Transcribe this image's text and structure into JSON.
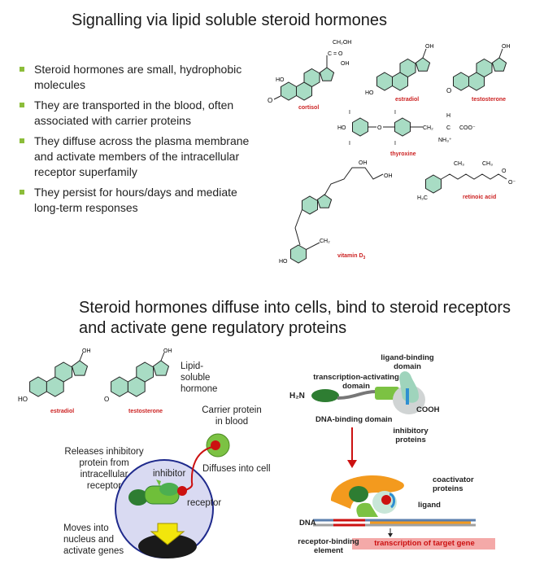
{
  "top": {
    "title": "Signalling via lipid soluble steroid hormones",
    "bullets": [
      "Steroid hormones are small, hydrophobic molecules",
      "They are transported in the blood, often associated with carrier proteins",
      "They diffuse across the plasma membrane and activate members of the intracellular receptor superfamily",
      "They persist for hours/days and mediate long-term responses"
    ],
    "molecules": {
      "cortisol": "cortisol",
      "estradiol": "estradiol",
      "testosterone": "testosterone",
      "thyroxine": "thyroxine",
      "retinoic_acid": "retinoic acid",
      "vitamin_d3": "vitamin D",
      "vitamin_d3_sub": "3"
    },
    "atoms": {
      "ho": "HO",
      "oh": "OH",
      "o": "O",
      "ch2oh": "CH₂OH",
      "c_eq_o": "C = O",
      "i": "I",
      "ch2": "CH₂",
      "h": "H",
      "coo": "COO⁻",
      "nh3": "NH₃⁺",
      "h3c": "H₃C",
      "ch3": "CH₃",
      "o_minus": "O⁻",
      "ch2_eq": "CH₂",
      "c": "C"
    }
  },
  "bottom": {
    "title": "Steroid hormones diffuse into cells, bind to steroid receptors and activate gene regulatory proteins",
    "left": {
      "lipid_soluble": "Lipid-\nsoluble\nhormone",
      "carrier_protein": "Carrier protein\nin blood",
      "diffuses": "Diffuses into cell",
      "releases": "Releases inhibitory\nprotein from\nintracellular\nreceptor",
      "inhibitor": "inhibitor",
      "receptor": "receptor",
      "moves": "Moves into\nnucleus and\nactivate genes",
      "estradiol": "estradiol",
      "testosterone": "testosterone"
    },
    "right": {
      "ligand_binding": "ligand-binding\ndomain",
      "transcription_activating": "transcription-activating\ndomain",
      "h2n": "H₂N",
      "dna_binding": "DNA-binding domain",
      "cooh": "COOH",
      "inhibitory_proteins": "inhibitory\nproteins",
      "coactivator": "coactivator\nproteins",
      "ligand": "ligand",
      "dna": "DNA",
      "receptor_binding": "receptor-binding\nelement",
      "transcription_target": "transcription of target gene"
    }
  },
  "colors": {
    "bullet": "#8cbd3a",
    "ring_fill": "#a8dcc4",
    "red_label": "#cc2222",
    "cell_fill": "#d9daf2",
    "cell_border": "#1f2a8c",
    "green": "#5fae2e",
    "dark_green": "#2e7d32",
    "orange": "#f39a1e",
    "teal_light": "#c8e6d8",
    "blue": "#2f8fd1",
    "pink": "#f4a9a8"
  }
}
